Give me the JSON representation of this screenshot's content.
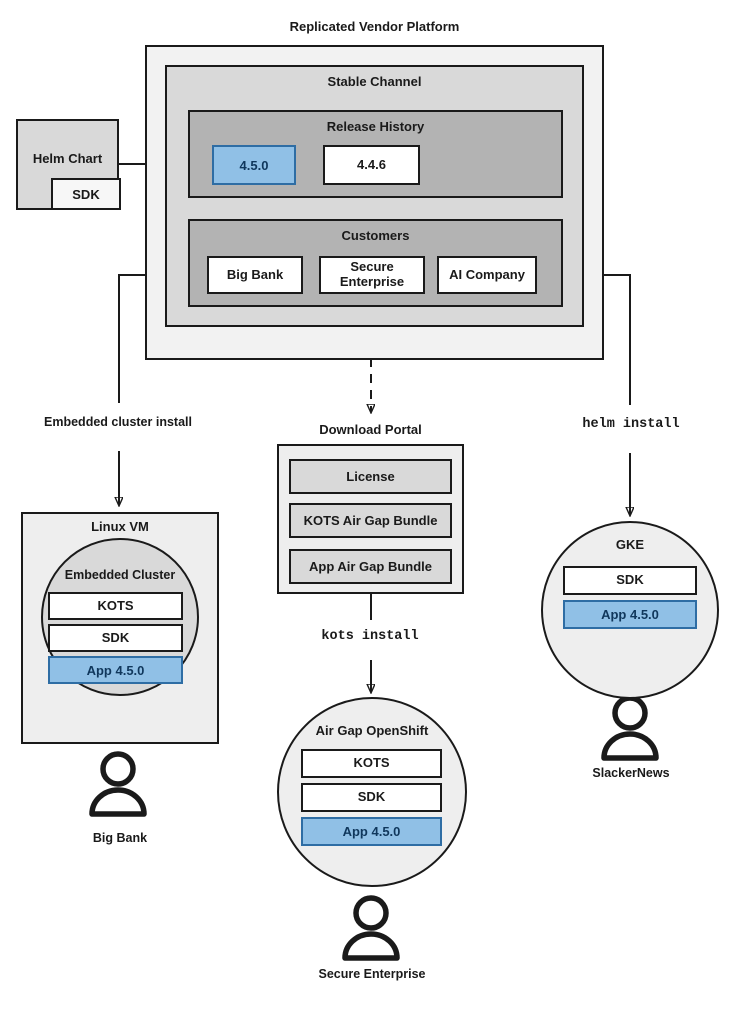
{
  "diagram": {
    "title": "Replicated Vendor Platform",
    "platform": {
      "title": "Replicated Vendor Platform",
      "channel": {
        "title": "Stable Channel",
        "release_history": {
          "title": "Release History",
          "releases": [
            {
              "version": "4.5.0",
              "state": "current"
            },
            {
              "version": "4.4.6",
              "state": "previous"
            }
          ]
        },
        "customers": {
          "title": "Customers",
          "items": [
            {
              "name": "Big Bank"
            },
            {
              "name": "Secure Enterprise"
            },
            {
              "name": "AI Company"
            }
          ]
        }
      }
    },
    "source": {
      "helm_chart": {
        "label": "Helm Chart",
        "sdk_label": "SDK"
      }
    },
    "edges": [
      {
        "id": "embedded-cluster-install",
        "label": "Embedded cluster install",
        "style": "solid",
        "mono": false
      },
      {
        "id": "kots-install",
        "label": "kots install",
        "style": "solid",
        "mono": true
      },
      {
        "id": "helm-install",
        "label": "helm install",
        "style": "solid",
        "mono": true
      }
    ],
    "targets": {
      "linux_vm": {
        "title": "Linux VM",
        "cluster_title": "Embedded Cluster",
        "components": [
          {
            "label": "KOTS",
            "style": "white"
          },
          {
            "label": "SDK",
            "style": "white"
          },
          {
            "label": "App 4.5.0",
            "style": "blue"
          }
        ],
        "actor": "Big Bank"
      },
      "download_portal": {
        "title": "Download Portal",
        "artifacts": [
          {
            "label": "License"
          },
          {
            "label": "KOTS Air Gap Bundle"
          },
          {
            "label": "App Air Gap Bundle"
          }
        ]
      },
      "air_gap_openshift": {
        "title": "Air Gap OpenShift",
        "components": [
          {
            "label": "KOTS",
            "style": "white"
          },
          {
            "label": "SDK",
            "style": "white"
          },
          {
            "label": "App 4.5.0",
            "style": "blue"
          }
        ],
        "actor": "Secure Enterprise"
      },
      "gke": {
        "title": "GKE",
        "components": [
          {
            "label": "SDK",
            "style": "white"
          },
          {
            "label": "App 4.5.0",
            "style": "blue"
          }
        ],
        "actor": "SlackerNews"
      }
    },
    "colors": {
      "stroke": "#1a1a1a",
      "platform_fill": "#f2f2f2",
      "channel_fill": "#d9d9d9",
      "section_fill": "#b3b3b3",
      "node_fill": "#eeeeee",
      "accent_fill": "#90c0e6",
      "accent_stroke": "#2e6da4",
      "accent_text": "#10375c",
      "white_fill": "#ffffff"
    }
  }
}
